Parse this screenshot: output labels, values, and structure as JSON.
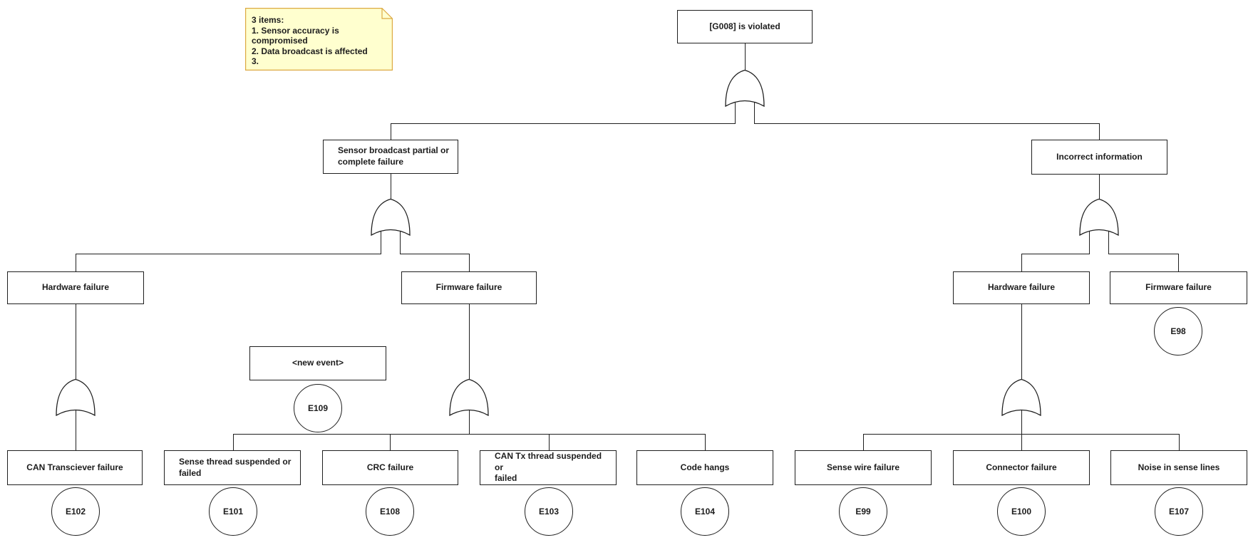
{
  "note": {
    "text": "3 items:\n1. Sensor accuracy is compromised\n2. Data broadcast is affected\n3.",
    "fill_color": "#FFFFCF",
    "border_color": "#DCA942"
  },
  "diagram": {
    "gate_type": "OR",
    "line_color": "#1F1F1F"
  },
  "nodes": {
    "g008": "[G008] is violated",
    "sensor_broadcast": "Sensor broadcast partial or\ncomplete failure",
    "incorrect_info": "Incorrect information",
    "hw_left": "Hardware failure",
    "fw_left": "Firmware failure",
    "hw_right": "Hardware failure",
    "fw_right": "Firmware failure",
    "new_event": "<new event>",
    "can_transciever": "CAN Transciever failure",
    "sense_thread": "Sense thread suspended or\nfailed",
    "crc": "CRC failure",
    "can_tx": "CAN Tx thread suspended or\nfailed",
    "code_hangs": "Code hangs",
    "sense_wire": "Sense wire failure",
    "connector": "Connector failure",
    "noise": "Noise in sense lines"
  },
  "events": {
    "e109": "E109",
    "e98": "E98",
    "e102": "E102",
    "e101": "E101",
    "e108": "E108",
    "e103": "E103",
    "e104": "E104",
    "e99": "E99",
    "e100": "E100",
    "e107": "E107"
  }
}
